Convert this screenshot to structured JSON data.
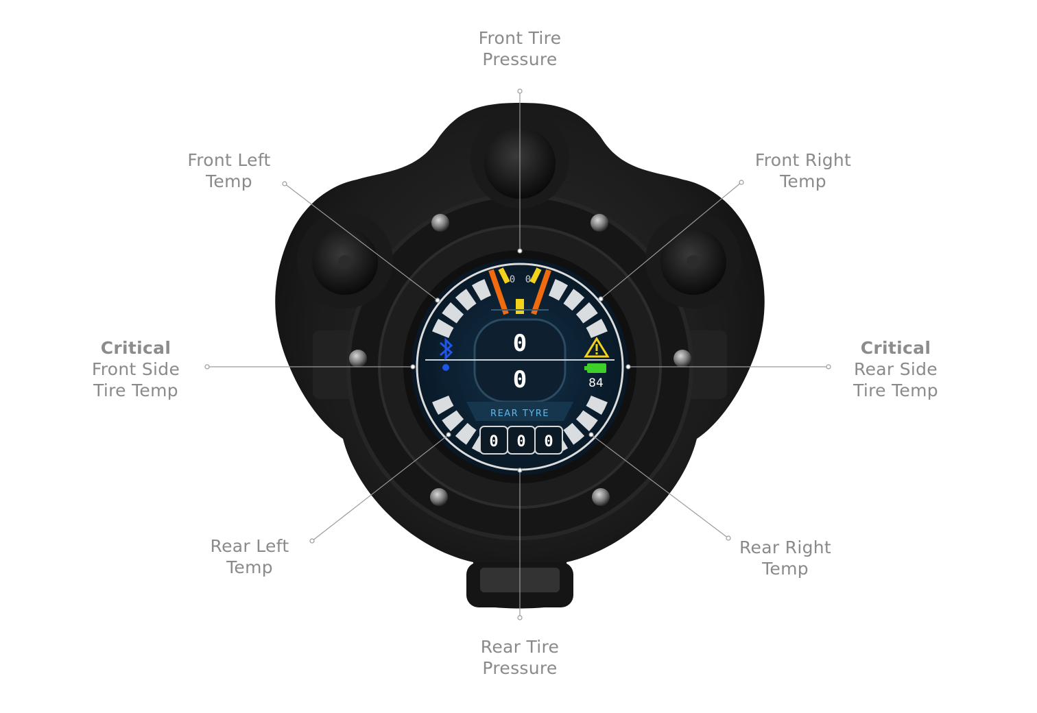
{
  "labels": {
    "front_pressure": {
      "line1": "Front Tire",
      "line2": "Pressure"
    },
    "front_left_temp": {
      "line1": "Front Left",
      "line2": "Temp"
    },
    "front_right_temp": {
      "line1": "Front Right",
      "line2": "Temp"
    },
    "critical_front": {
      "line1": "Critical",
      "line2": "Front Side",
      "line3": "Tire Temp"
    },
    "critical_rear": {
      "line1": "Critical",
      "line2": "Rear Side",
      "line3": "Tire Temp"
    },
    "rear_left_temp": {
      "line1": "Rear Left",
      "line2": "Temp"
    },
    "rear_right_temp": {
      "line1": "Rear Right",
      "line2": "Temp"
    },
    "rear_pressure": {
      "line1": "Rear Tire",
      "line2": "Pressure"
    }
  },
  "display": {
    "front_top_digits": [
      "0",
      "0"
    ],
    "main_value_top": "0",
    "main_value_bottom": "0",
    "rear_label": "REAR TYRE",
    "rear_digits": [
      "0",
      "0",
      "0"
    ],
    "battery_value": "84",
    "warning_icon": "warning-triangle-icon",
    "connectivity_icon": "bluetooth-icon",
    "colors": {
      "accent_orange": "#f06a10",
      "accent_yellow": "#f2d21a",
      "bluetooth_blue": "#1f56e8",
      "battery_green": "#3fcf2a",
      "screen_bg": "#0b1c2b"
    }
  }
}
